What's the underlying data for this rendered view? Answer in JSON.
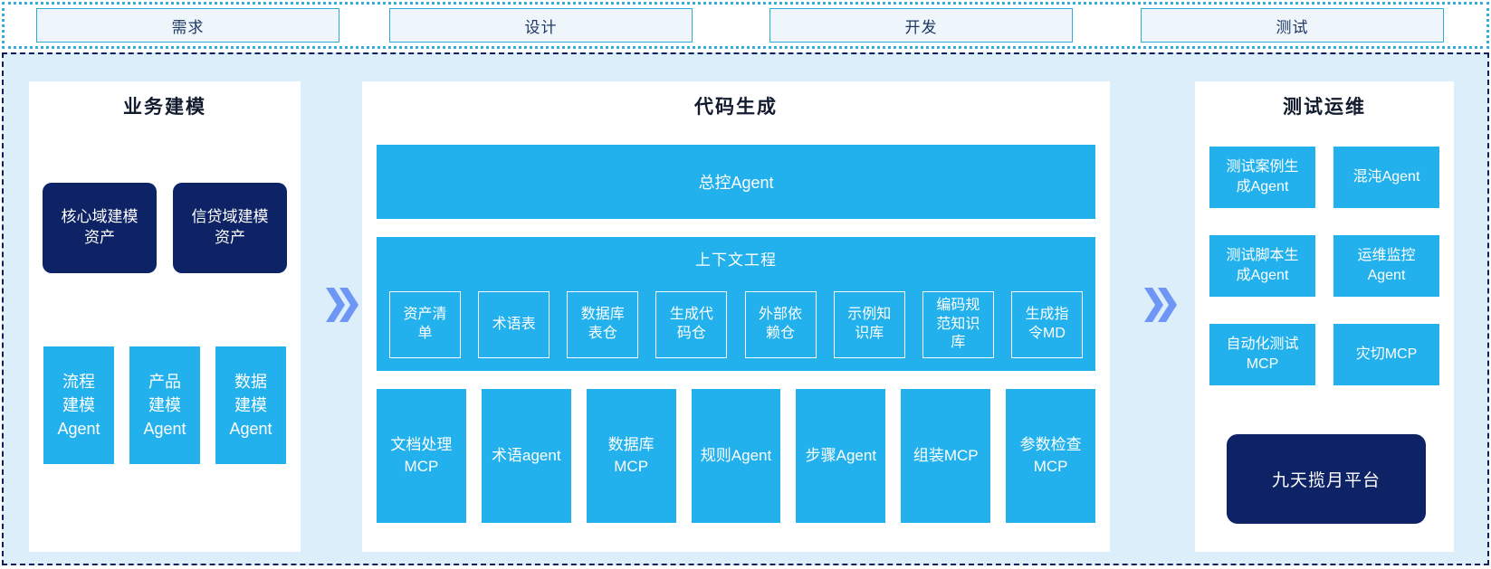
{
  "colors": {
    "cyan": "#22b1ec",
    "navy": "#0e2365",
    "container_bg": "#dceefa",
    "phase_box_bg": "#eef6fb",
    "phase_box_border": "#2ea9d8",
    "dashed_border": "#0c1f5e",
    "dotted_border": "#39abdc",
    "arrow_blue": "#6e96f5",
    "title_text": "#131c2e",
    "phase_text": "#1f3864"
  },
  "phases": [
    {
      "label": "需求"
    },
    {
      "label": "设计"
    },
    {
      "label": "开发"
    },
    {
      "label": "测试"
    }
  ],
  "panels": {
    "business": {
      "title": "业务建模",
      "assets": [
        {
          "label": "核心域建模\n资产"
        },
        {
          "label": "信贷域建模\n资产"
        }
      ],
      "agents": [
        {
          "label": "流程\n建模\nAgent"
        },
        {
          "label": "产品\n建模\nAgent"
        },
        {
          "label": "数据\n建模\nAgent"
        }
      ]
    },
    "codegen": {
      "title": "代码生成",
      "master_agent": "总控Agent",
      "context": {
        "title": "上下文工程",
        "items": [
          {
            "label": "资产清\n单"
          },
          {
            "label": "术语表"
          },
          {
            "label": "数据库\n表仓"
          },
          {
            "label": "生成代\n码仓"
          },
          {
            "label": "外部依\n赖仓"
          },
          {
            "label": "示例知\n识库"
          },
          {
            "label": "编码规\n范知识\n库"
          },
          {
            "label": "生成指\n令MD"
          }
        ]
      },
      "tools": [
        {
          "label": "文档处理\nMCP"
        },
        {
          "label": "术语agent"
        },
        {
          "label": "数据库\nMCP"
        },
        {
          "label": "规则Agent"
        },
        {
          "label": "步骤Agent"
        },
        {
          "label": "组装MCP"
        },
        {
          "label": "参数检查\nMCP"
        }
      ]
    },
    "testops": {
      "title": "测试运维",
      "boxes": [
        {
          "label": "测试案例生\n成Agent"
        },
        {
          "label": "混沌Agent"
        },
        {
          "label": "测试脚本生\n成Agent"
        },
        {
          "label": "运维监控\nAgent"
        },
        {
          "label": "自动化测试\nMCP"
        },
        {
          "label": "灾切MCP"
        }
      ],
      "platform": {
        "label": "九天揽月平台"
      }
    }
  }
}
